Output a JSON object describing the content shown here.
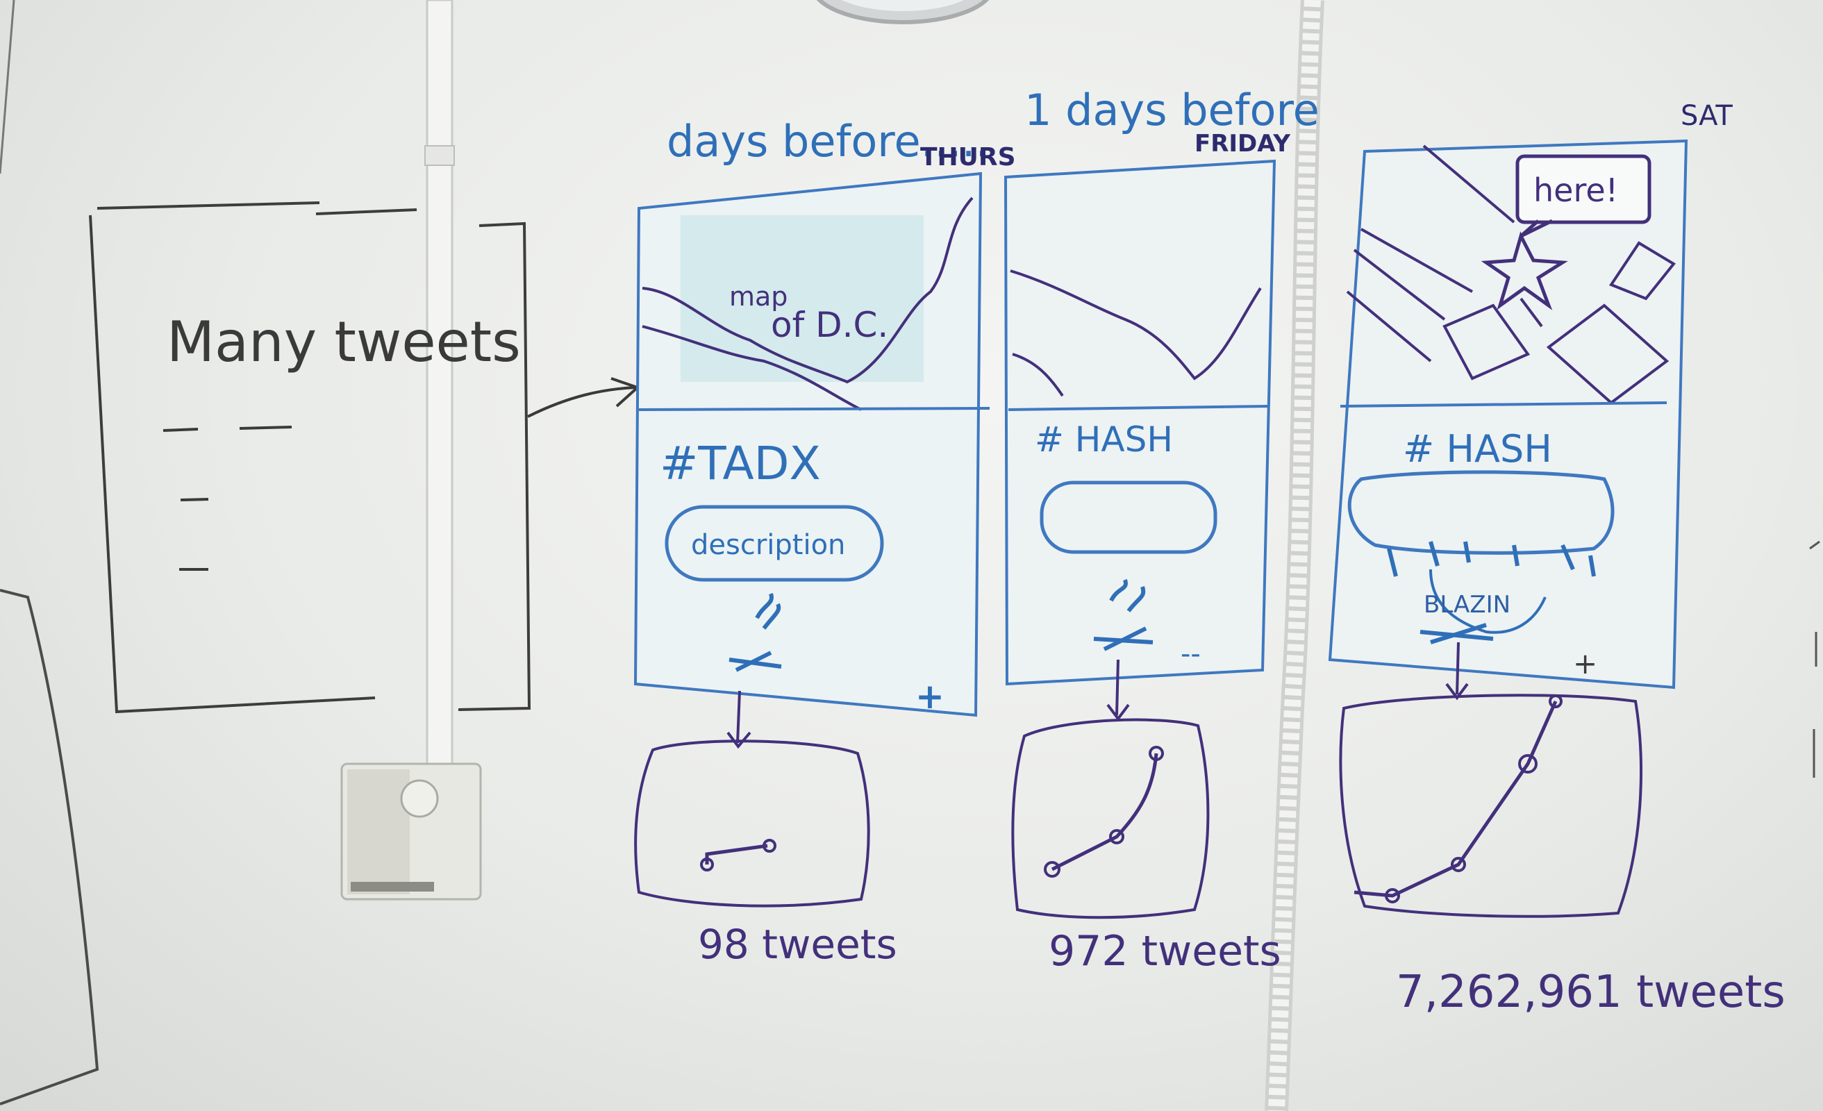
{
  "left_sketch": {
    "heading": "Many tweets"
  },
  "panels": [
    {
      "heading": "days before.....",
      "day": "THURS",
      "map_label_line1": "map",
      "map_label_line2": "of D.C.",
      "hashtag": "#TADX",
      "description": "description",
      "corner_mark": "+",
      "tweet_count": "98 tweets"
    },
    {
      "heading": "1 days before",
      "day": "FRIDAY",
      "hashtag": "# HASH",
      "corner_mark": "--",
      "tweet_count": "972 tweets"
    },
    {
      "heading": "",
      "day": "SAT",
      "callout": "here!",
      "hashtag": "# HASH",
      "badge": "BLAZIN",
      "corner_mark": "+",
      "tweet_count": "7,262,961 tweets"
    }
  ],
  "colors": {
    "blue_marker": "#2f6fb8",
    "purple_marker": "#3b2f7a",
    "dark_marker": "#3a3a3a",
    "board": "#eef0ed",
    "pipe": "#f7f7f7"
  }
}
